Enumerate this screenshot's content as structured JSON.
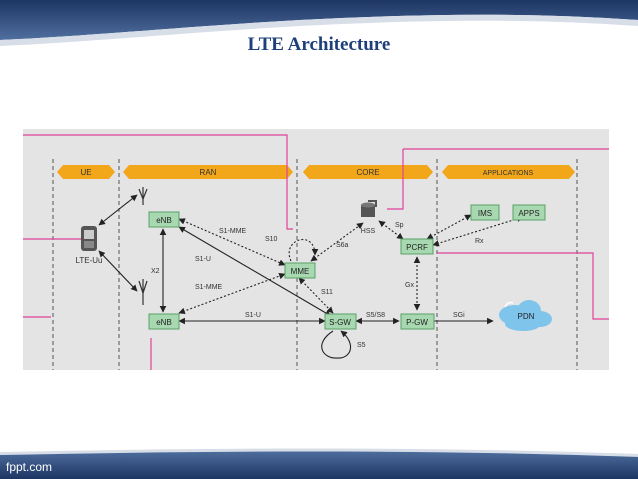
{
  "slide": {
    "title": "LTE Architecture",
    "footer": "fppt.com"
  },
  "diagram": {
    "sections": {
      "ue": "UE",
      "ran": "RAN",
      "core": "CORE",
      "applications": "APPLICATIONS"
    },
    "nodes": {
      "enb_top": "eNB",
      "enb_bottom": "eNB",
      "mme": "MME",
      "sgw": "S-GW",
      "pgw": "P-GW",
      "pcrf": "PCRF",
      "hss": "HSS",
      "ims": "IMS",
      "apps": "APPS",
      "pdn": "PDN",
      "ue": "LTE-Uu"
    },
    "interfaces": {
      "x2": "X2",
      "s1mme_top": "S1-MME",
      "s1mme_bottom": "S1-MME",
      "s1u_mid": "S1-U",
      "s1u_bottom": "S1-U",
      "s10": "S10",
      "s6a": "S6a",
      "s11": "S11",
      "s5s8": "S5/S8",
      "s5": "S5",
      "sgi": "SGi",
      "sp": "Sp",
      "gx": "Gx",
      "rx": "Rx"
    },
    "colors": {
      "node_fill": "#a8d8b0",
      "node_border": "#5aa06a",
      "section_band": "#f2a71a",
      "frame_line": "#e0429a",
      "pdn_fill": "#7fc4ea",
      "title": "#1f3f7a"
    }
  }
}
